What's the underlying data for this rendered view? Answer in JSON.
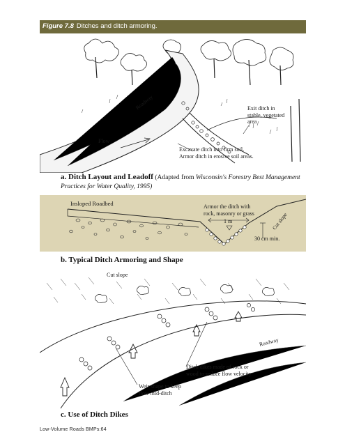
{
  "figure": {
    "number": "Figure 7.8",
    "title": "Ditches and ditch armoring."
  },
  "panel_a": {
    "labels": {
      "roadway": "Roadway",
      "exit_ditch": [
        "Exit ditch in",
        "stable, vegetated",
        "area"
      ],
      "flow": "Flow",
      "excavate": [
        "Excavate ditch into firm soil.",
        "Armor ditch in erosive soil areas."
      ]
    },
    "caption_bold": "a. Ditch Layout and Leadoff",
    "caption_adapted": "(Adapted from",
    "caption_italic": "Wisconsin's Forestry Best Management Practices for Water Quality, 1995)"
  },
  "panel_b": {
    "labels": {
      "insloped": "Insloped Roadbed",
      "armor": [
        "Armor the ditch with",
        "rock, masonry or grass"
      ],
      "depth": "1 m",
      "cut_slope": "Cut slope",
      "min": "30 cm min."
    },
    "caption": "b. Typical Ditch Armoring and Shape"
  },
  "panel_c": {
    "labels": {
      "cut_slope": "Cut slope",
      "roadway": "Roadway",
      "dikes": [
        "Ditch dikes made of rock or",
        "wood to reduce flow velocity"
      ],
      "weir": [
        "Weir shape to keep",
        "flow mid-ditch"
      ]
    },
    "caption": "c. Use of Ditch Dikes"
  },
  "footer": "Low-Volume Roads BMPs:64"
}
